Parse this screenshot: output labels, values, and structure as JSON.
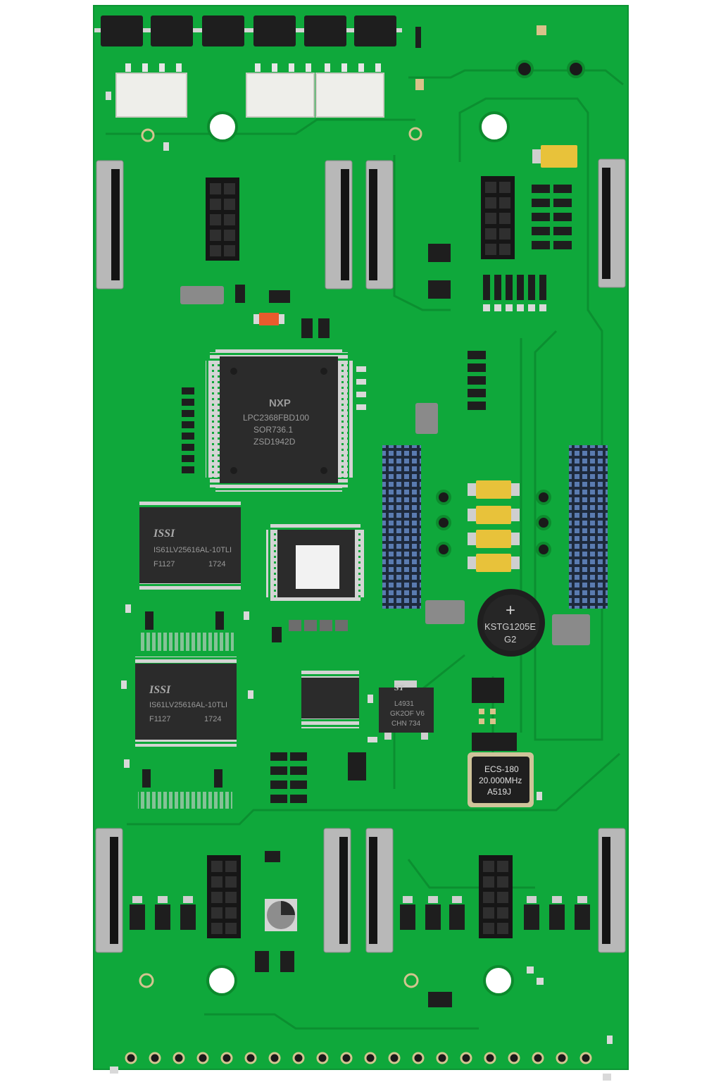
{
  "board": {
    "mcu": {
      "brand": "NXP",
      "line1": "LPC2368FBD100",
      "line2": "SOR736.1",
      "line3": "ZSD1942D"
    },
    "sram_top": {
      "brand": "ISSI",
      "part": "IS61LV25616AL-10TLI",
      "lot": "F1127",
      "date": "1724"
    },
    "sram_bottom": {
      "brand": "ISSI",
      "part": "IS61LV25616AL-10TLI",
      "lot": "F1127",
      "date": "1724"
    },
    "regulator": {
      "brand": "ST",
      "line1": "L4931",
      "line2": "GK2OF V6",
      "line3": "CHN 734"
    },
    "crystal": {
      "line1": "ECS-180",
      "line2": "20.000MHz",
      "line3": "A519J"
    },
    "buzzer": {
      "plus": "+",
      "line1": "KSTG1205E",
      "line2": "G2"
    },
    "colors": {
      "pcb": "#0fa83b",
      "trace": "#0c9433",
      "pad": "#d9d9d9",
      "chip": "#2b2b2b",
      "tantalum": "#e8c23a",
      "connector": "#3a4f7a",
      "background": "#ffffff"
    }
  }
}
